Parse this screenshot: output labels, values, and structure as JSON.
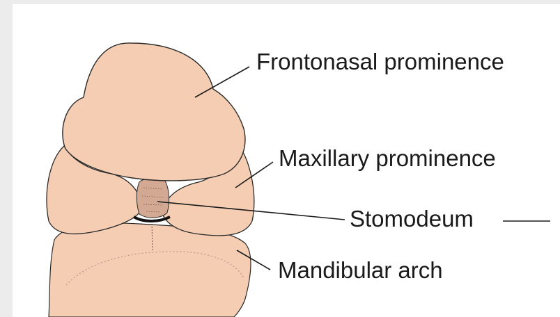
{
  "figure": {
    "labels": {
      "frontonasal": "Frontonasal prominence",
      "maxillary": "Maxillary prominence",
      "stomodeum": "Stomodeum",
      "mandibular": "Mandibular arch"
    },
    "colors": {
      "background": "#ececec",
      "panel": "#ffffff",
      "tissue": "#f5cdb2",
      "outline": "#2a2a2a",
      "leader": "#1a1a1a"
    }
  }
}
